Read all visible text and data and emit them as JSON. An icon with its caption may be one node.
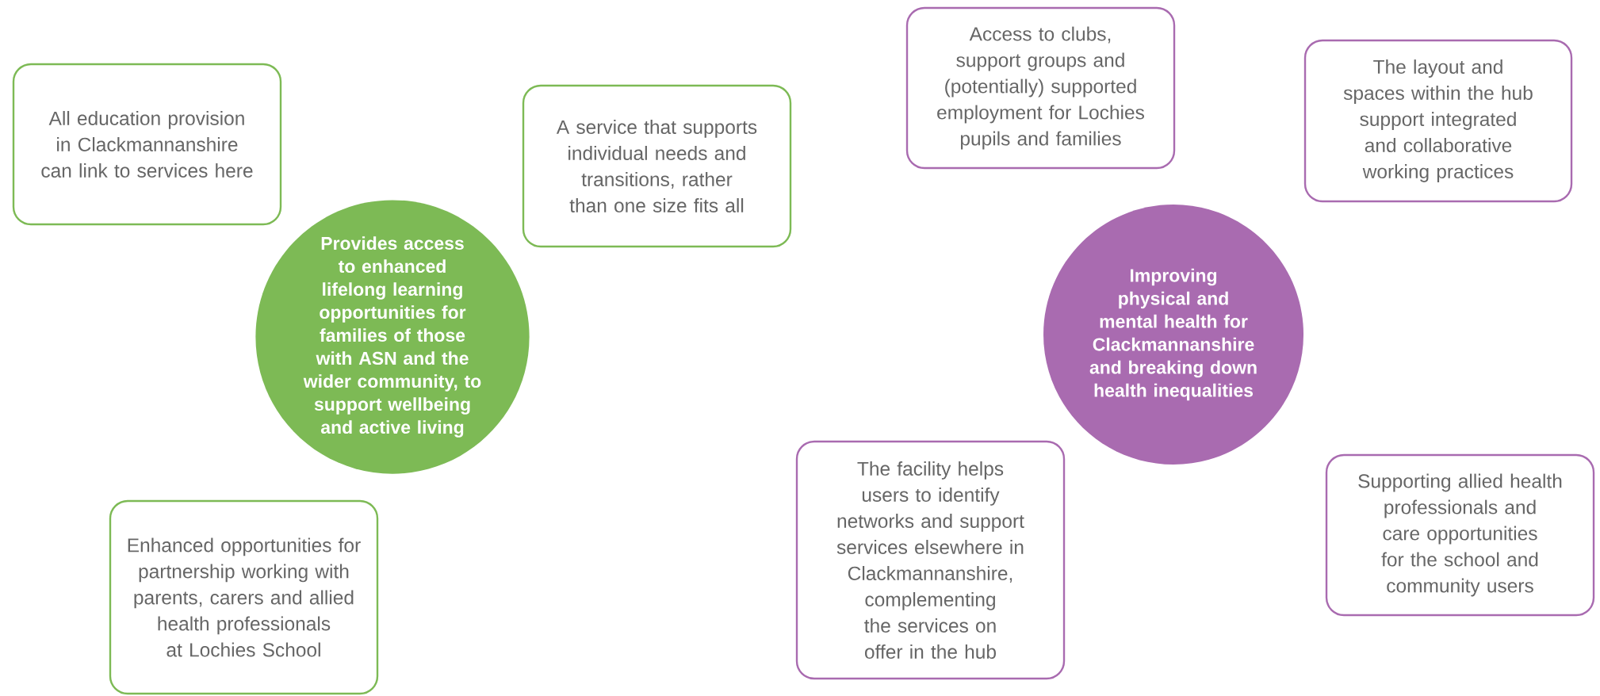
{
  "diagram": {
    "nodes": [
      {
        "text": [
          "All education provision in Clackmannanshire can link to services here"
        ]
      },
      {
        "text": [
          "A service that supports individual needs and transitions, rather than one size fits all"
        ]
      },
      {
        "text": [
          "Access to clubs, support groups and (potentially) supported employment for Lochies pupils and families"
        ]
      },
      {
        "text": [
          "The layout and spaces within the hub support integrated and collaborative working practices"
        ]
      },
      {
        "text": [
          "Provides access to enhanced lifelong learning opportunities for families of those with ASN and the wider community, to support wellbeing and active living"
        ]
      },
      {
        "text": [
          "Improving physical and mental health for Clackmannanshire and breaking down health inequalities"
        ]
      },
      {
        "text": [
          "The facility helps users to identify networks and support services elsewhere in Clackmannanshire, complementing the services on offer in the hub"
        ]
      },
      {
        "text": [
          "Supporting allied health professionals and care opportunities for the school and community users"
        ]
      },
      {
        "text": [
          "Enhanced opportunities for partnership working with parents, carers and allied health professionals at Lochies School"
        ]
      }
    ]
  }
}
